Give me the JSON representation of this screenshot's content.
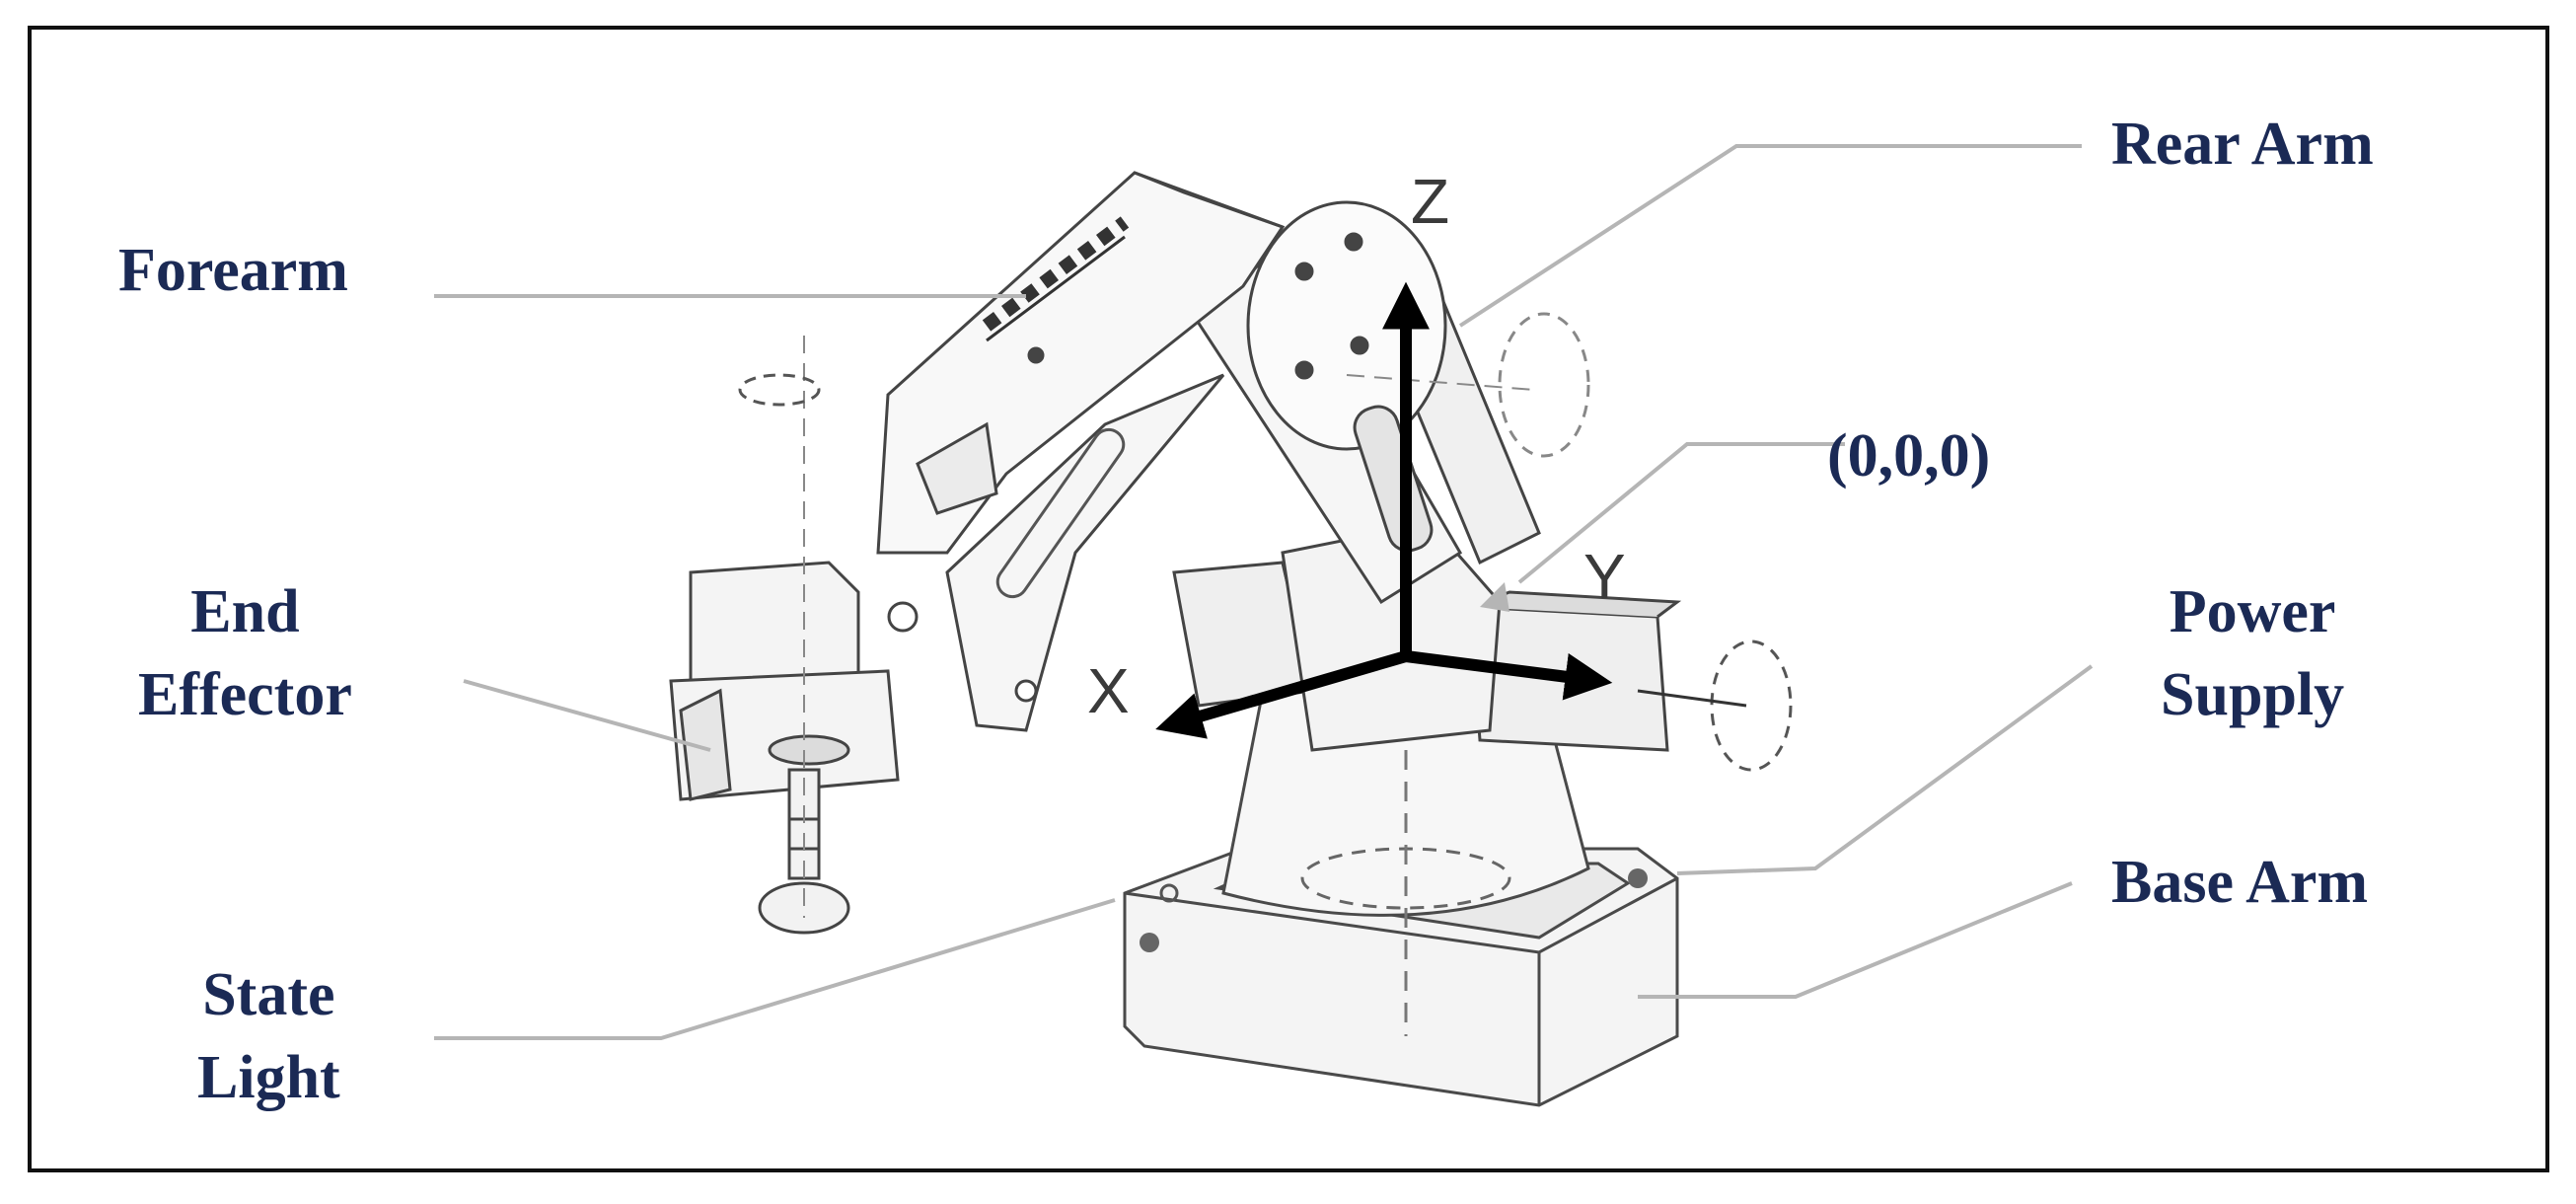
{
  "labels": {
    "forearm": "Forearm",
    "rear_arm": "Rear Arm",
    "end_effector_line1": "End",
    "end_effector_line2": "Effector",
    "origin": "(0,0,0)",
    "power_supply_line1": "Power",
    "power_supply_line2": "Supply",
    "base_arm": "Base Arm",
    "state_light_line1": "State",
    "state_light_line2": "Light"
  },
  "axes": {
    "x": "X",
    "y": "Y",
    "z": "Z"
  },
  "colors": {
    "label": "#1b2a55",
    "frame": "#111111",
    "leader": "#b5b5b5",
    "arrow": "#000000"
  }
}
